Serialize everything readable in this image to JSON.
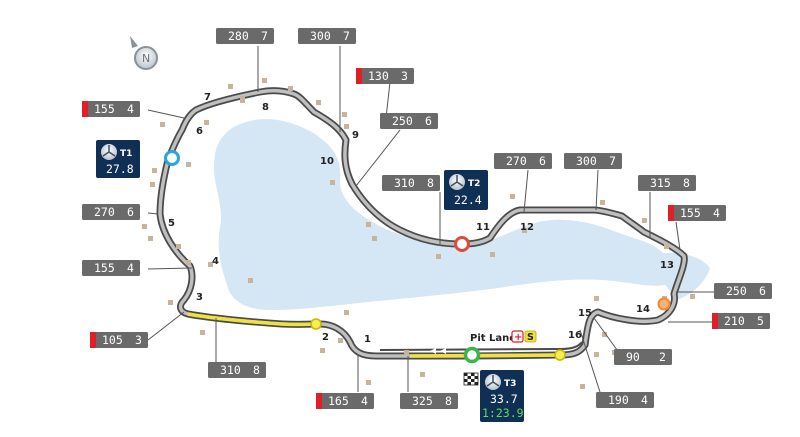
{
  "compass": {
    "letter": "N",
    "icon": "north-compass-icon"
  },
  "colors": {
    "lake": "#d5e6f5",
    "track": "#4a4a4a",
    "track_fill": "#bfbfbf",
    "drs": "#f0e23c",
    "tag_bg": "#6a6a6a",
    "tag_red": "#e01f26",
    "sector_box": "#0f2f55",
    "sector1": "#23a6e3",
    "sector2": "#e04a3c",
    "sector3": "#3bb54a",
    "speed_trap": "#f08a2a",
    "time_green": "#5be05b"
  },
  "corners": [
    "1",
    "2",
    "3",
    "4",
    "5",
    "6",
    "7",
    "8",
    "9",
    "10",
    "11",
    "12",
    "13",
    "14",
    "15",
    "16"
  ],
  "speed_tags": [
    {
      "gear": "280",
      "speed": "7",
      "braking": false
    },
    {
      "gear": "300",
      "speed": "7",
      "braking": false
    },
    {
      "gear": "130",
      "speed": "3",
      "braking": true
    },
    {
      "gear": "155",
      "speed": "4",
      "braking": true
    },
    {
      "gear": "250",
      "speed": "6",
      "braking": false
    },
    {
      "gear": "310",
      "speed": "8",
      "braking": false
    },
    {
      "gear": "270",
      "speed": "6",
      "braking": false
    },
    {
      "gear": "300",
      "speed": "7",
      "braking": false
    },
    {
      "gear": "315",
      "speed": "8",
      "braking": false
    },
    {
      "gear": "270",
      "speed": "6",
      "braking": false
    },
    {
      "gear": "155",
      "speed": "4",
      "braking": true
    },
    {
      "gear": "250",
      "speed": "6",
      "braking": false
    },
    {
      "gear": "155",
      "speed": "4",
      "braking": false
    },
    {
      "gear": "210",
      "speed": "5",
      "braking": true
    },
    {
      "gear": "105",
      "speed": "3",
      "braking": true
    },
    {
      "gear": "310",
      "speed": "8",
      "braking": false
    },
    {
      "gear": "90",
      "speed": "2",
      "braking": false
    },
    {
      "gear": "165",
      "speed": "4",
      "braking": true
    },
    {
      "gear": "325",
      "speed": "8",
      "braking": false
    },
    {
      "gear": "190",
      "speed": "4",
      "braking": false
    }
  ],
  "sectors": [
    {
      "label": "T1",
      "time": "27.8",
      "lap": ""
    },
    {
      "label": "T2",
      "time": "22.4",
      "lap": ""
    },
    {
      "label": "T3",
      "time": "33.7",
      "lap": "1:23.9"
    }
  ],
  "pit_lane": {
    "label": "Pit Lane",
    "plus": "+",
    "s": "S"
  }
}
